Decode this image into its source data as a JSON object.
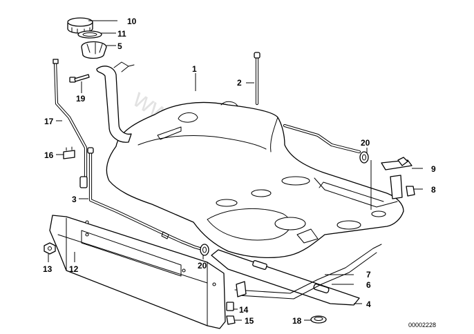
{
  "watermark": "www.BMWstore.pl",
  "doc_id": "00002228",
  "callouts": {
    "c1": "1",
    "c2": "2",
    "c3": "3",
    "c4": "4",
    "c5": "5",
    "c6": "6",
    "c7": "7",
    "c8": "8",
    "c9": "9",
    "c10": "10",
    "c11": "11",
    "c12": "12",
    "c13": "13",
    "c14": "14",
    "c15": "15",
    "c16": "16",
    "c17": "17",
    "c18": "18",
    "c19": "19",
    "c20a": "20",
    "c20b": "20"
  }
}
